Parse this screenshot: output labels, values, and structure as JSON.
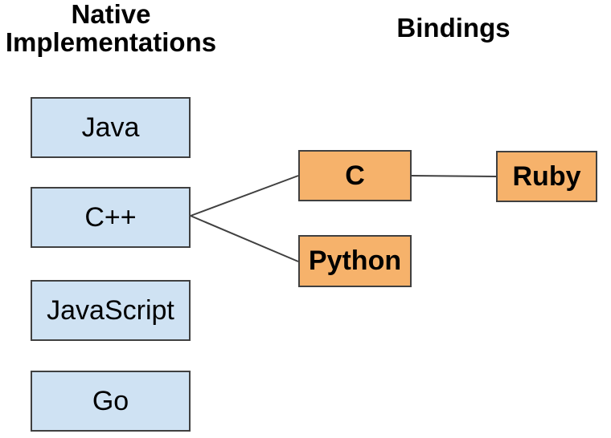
{
  "headings": {
    "native_implementations": "Native Implementations",
    "bindings": "Bindings"
  },
  "native_nodes": {
    "java": "Java",
    "cpp": "C++",
    "javascript": "JavaScript",
    "go": "Go"
  },
  "binding_nodes": {
    "c": "C",
    "python": "Python",
    "ruby": "Ruby"
  },
  "connections": [
    {
      "from": "C++",
      "to": "C"
    },
    {
      "from": "C++",
      "to": "Python"
    },
    {
      "from": "C",
      "to": "Ruby"
    }
  ],
  "colors": {
    "background": "#ffffff",
    "text": "#000000",
    "native_fill": "#cfe2f3",
    "binding_fill": "#f6b26b",
    "border": "#404040",
    "connector": "#404040"
  }
}
